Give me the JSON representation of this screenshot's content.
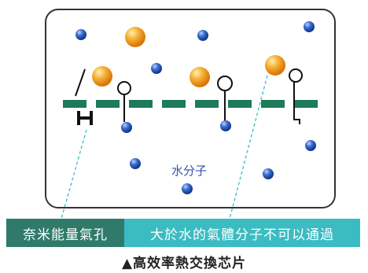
{
  "membrane_label": "水分子",
  "bar_left": "奈米能量氣孔",
  "bar_right": "大於水的氣體分子不可以通過",
  "caption": "▲高效率熱交換芯片",
  "colors": {
    "membrane": "#1f7a5a",
    "bar_left": "#2f7a6b",
    "bar_right": "#3bbcc2",
    "water": "#2a57b8",
    "gas": "#f2a21c",
    "label": "#3a4fb0"
  },
  "icons": [
    "water-molecule-icon",
    "gas-molecule-icon",
    "ligand-probe-icon",
    "pore-bracket-icon"
  ]
}
